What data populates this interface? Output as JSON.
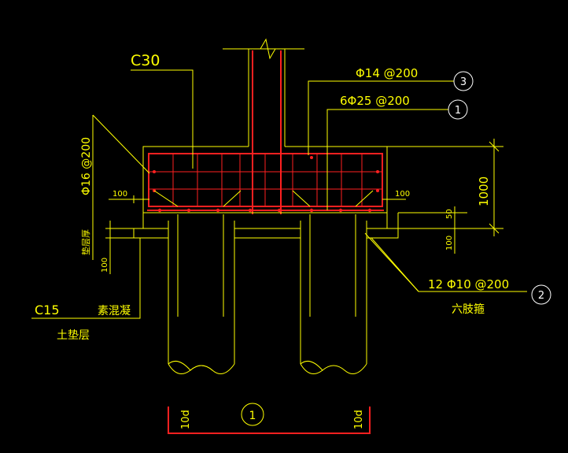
{
  "labels": {
    "concrete_grade": "C30",
    "top_bar": "Φ14 @200",
    "bottom_bar": "6Φ25 @200",
    "side_bar": "Φ16 @200",
    "stirrup": "12 Φ10 @200",
    "stirrup_type": "六肢箍",
    "height_dim": "1000",
    "cover_left": "100",
    "cover_right": "100",
    "dim_50": "50",
    "dim_100_right": "100",
    "dim_100_left": "100",
    "cushion_thick": "垫层厚",
    "cushion_grade": "C15",
    "plain_concrete": "素混凝",
    "soil_cushion": "土垫层",
    "embed_left": "10d",
    "embed_right": "10d"
  },
  "callouts": {
    "c1": "1",
    "c2": "2",
    "c3": "3",
    "section": "1"
  },
  "colors": {
    "outline": "#ffff00",
    "rebar": "#ff2020",
    "callout_circle": "#ffffff",
    "background": "#000000"
  }
}
